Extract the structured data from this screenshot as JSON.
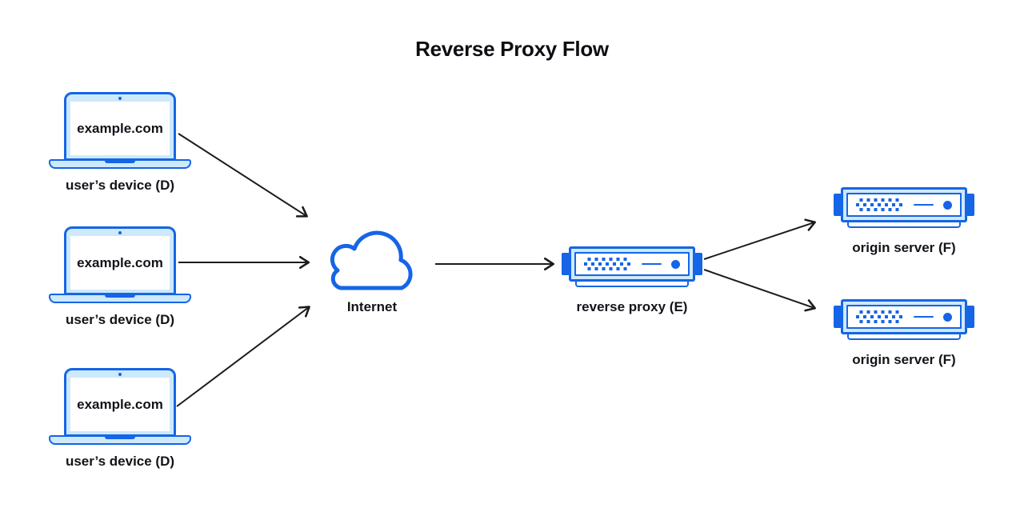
{
  "title": "Reverse Proxy Flow",
  "colors": {
    "accent_blue": "#1565e6",
    "light_blue": "#cde9fb",
    "arrow_black": "#1c1c1c",
    "text": "#121419",
    "background": "#ffffff"
  },
  "devices": [
    {
      "screen_label": "example.com",
      "caption": "user’s device (D)"
    },
    {
      "screen_label": "example.com",
      "caption": "user’s device (D)"
    },
    {
      "screen_label": "example.com",
      "caption": "user’s device (D)"
    }
  ],
  "internet": {
    "caption": "Internet"
  },
  "reverse_proxy": {
    "caption": "reverse proxy (E)"
  },
  "origin_servers": [
    {
      "caption": "origin server (F)"
    },
    {
      "caption": "origin server (F)"
    }
  ],
  "connections": [
    {
      "from": "user-device-1",
      "to": "internet"
    },
    {
      "from": "user-device-2",
      "to": "internet"
    },
    {
      "from": "user-device-3",
      "to": "internet"
    },
    {
      "from": "internet",
      "to": "reverse-proxy"
    },
    {
      "from": "reverse-proxy",
      "to": "origin-server-1"
    },
    {
      "from": "reverse-proxy",
      "to": "origin-server-2"
    }
  ]
}
